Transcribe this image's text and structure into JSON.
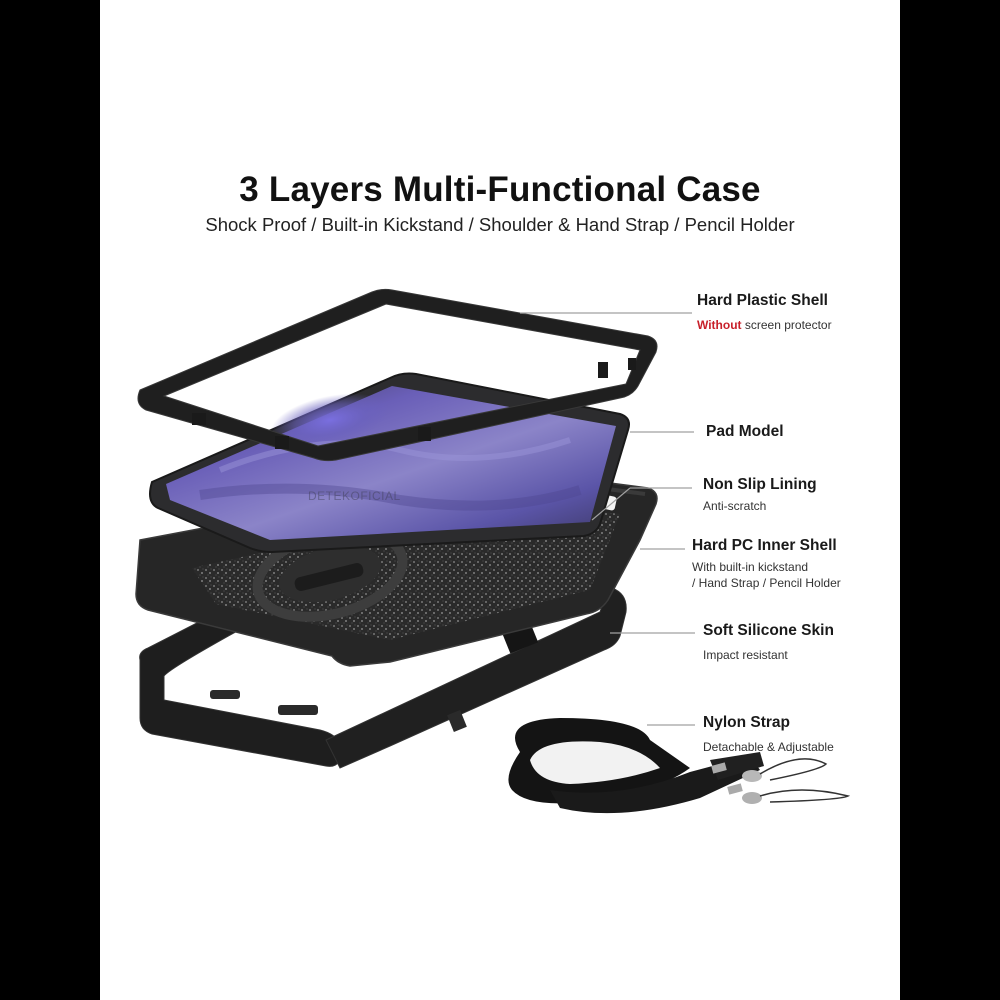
{
  "header": {
    "title": "3 Layers Multi-Functional Case",
    "subtitle": "Shock Proof / Built-in Kickstand / Shoulder & Hand Strap / Pencil Holder"
  },
  "callouts": [
    {
      "head": "Hard Plastic Shell",
      "desc_accent": "Without",
      "desc": " screen protector"
    },
    {
      "head": "Pad Model"
    },
    {
      "head": "Non Slip Lining",
      "desc": "Anti-scratch"
    },
    {
      "head": "Hard PC Inner Shell",
      "desc_line1": "With built-in kickstand",
      "desc_line2": "/ Hand Strap / Pencil Holder"
    },
    {
      "head": "Soft Silicone Skin",
      "desc": "Impact resistant"
    },
    {
      "head": "Nylon Strap",
      "desc": "Detachable & Adjustable"
    }
  ],
  "watermark": "DETEKOFICIAL",
  "colors": {
    "background_bars": "#000000",
    "panel": "#ffffff",
    "accent_red": "#c8202a",
    "leader_line": "#9a9a9a",
    "case_black": "#1c1c1c",
    "screen_purple": "#5a4f9e"
  }
}
